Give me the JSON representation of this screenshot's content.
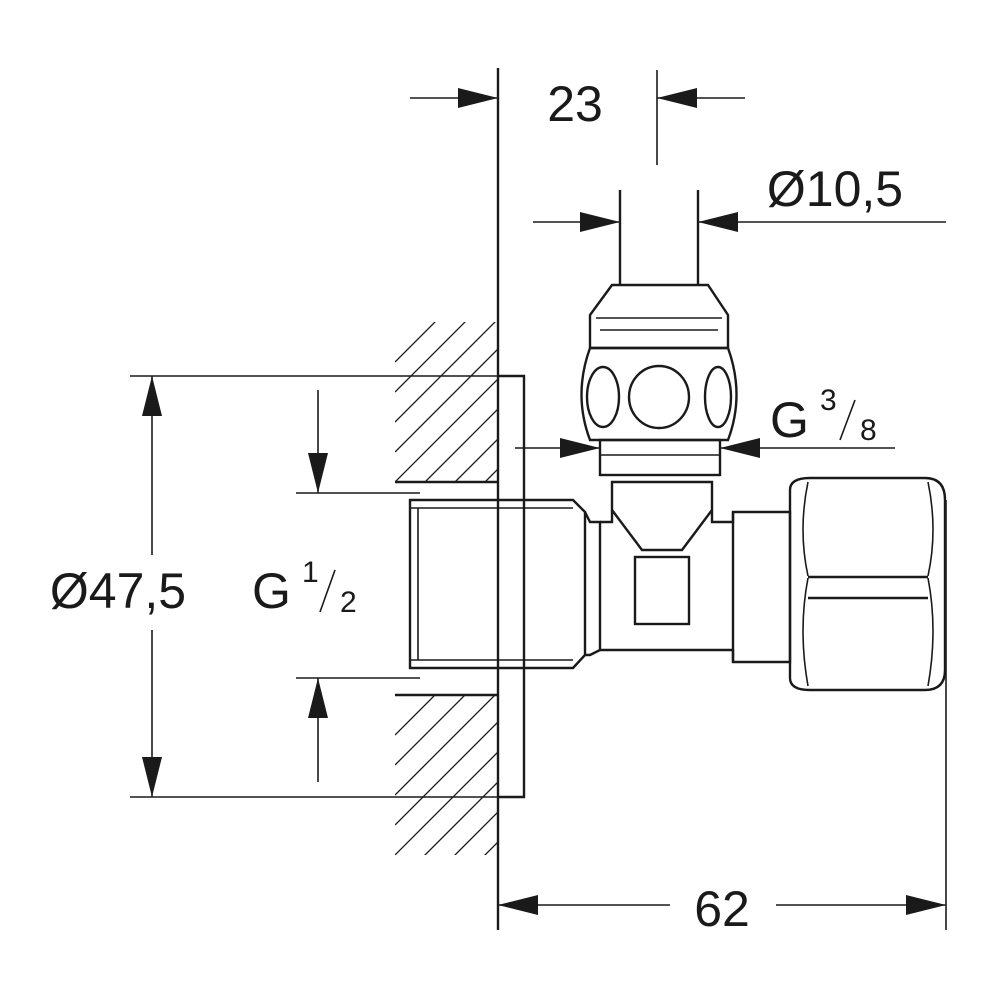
{
  "dimensions": {
    "top_width": "23",
    "outlet_diameter": "Ø10,5",
    "outlet_thread_g": "G",
    "outlet_thread_num": "3",
    "outlet_thread_den": "8",
    "rosette_diameter": "Ø47,5",
    "inlet_thread_g": "G",
    "inlet_thread_num": "1",
    "inlet_thread_den": "2",
    "overall_length": "62"
  },
  "colors": {
    "ink": "#1a1a1a",
    "background": "#ffffff"
  }
}
